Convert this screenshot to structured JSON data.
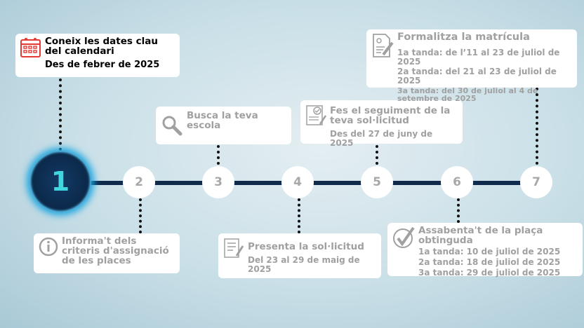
{
  "steps": [
    "1",
    "2",
    "3",
    "4",
    "5",
    "6",
    "7"
  ],
  "cards": {
    "c1": {
      "title": "Coneix les dates clau del calendari",
      "sub": "Des de febrer de 2025"
    },
    "c2": {
      "title": "Informa't dels criteris d'assignació de les places"
    },
    "c3": {
      "title": "Busca la teva escola"
    },
    "c4": {
      "title": "Presenta la sol·licitud",
      "sub": "Del 23 al 29 de maig de 2025"
    },
    "c5": {
      "title": "Fes el seguiment de la teva sol·licitud",
      "sub": "Des del 27 de juny de 2025"
    },
    "c6": {
      "title": "Assabenta't de la plaça obtinguda",
      "lines": [
        "1a tanda: 10 de juliol de 2025",
        "2a tanda: 18 de juliol de 2025",
        "3a tanda: 29 de juliol de 2025"
      ]
    },
    "c7": {
      "title": "Formalitza la matrícula",
      "lines": [
        "1a tanda: de l’11 al 23 de juliol de 2025",
        "2a tanda: del 21 al 23 de juliol de 2025",
        "3a tanda: del 30 de juliol al 4 de setembre de 2025"
      ]
    }
  },
  "colors": {
    "line": "#0f2a4a",
    "accent": "#3fd6e0",
    "calendar": "#e53935"
  }
}
